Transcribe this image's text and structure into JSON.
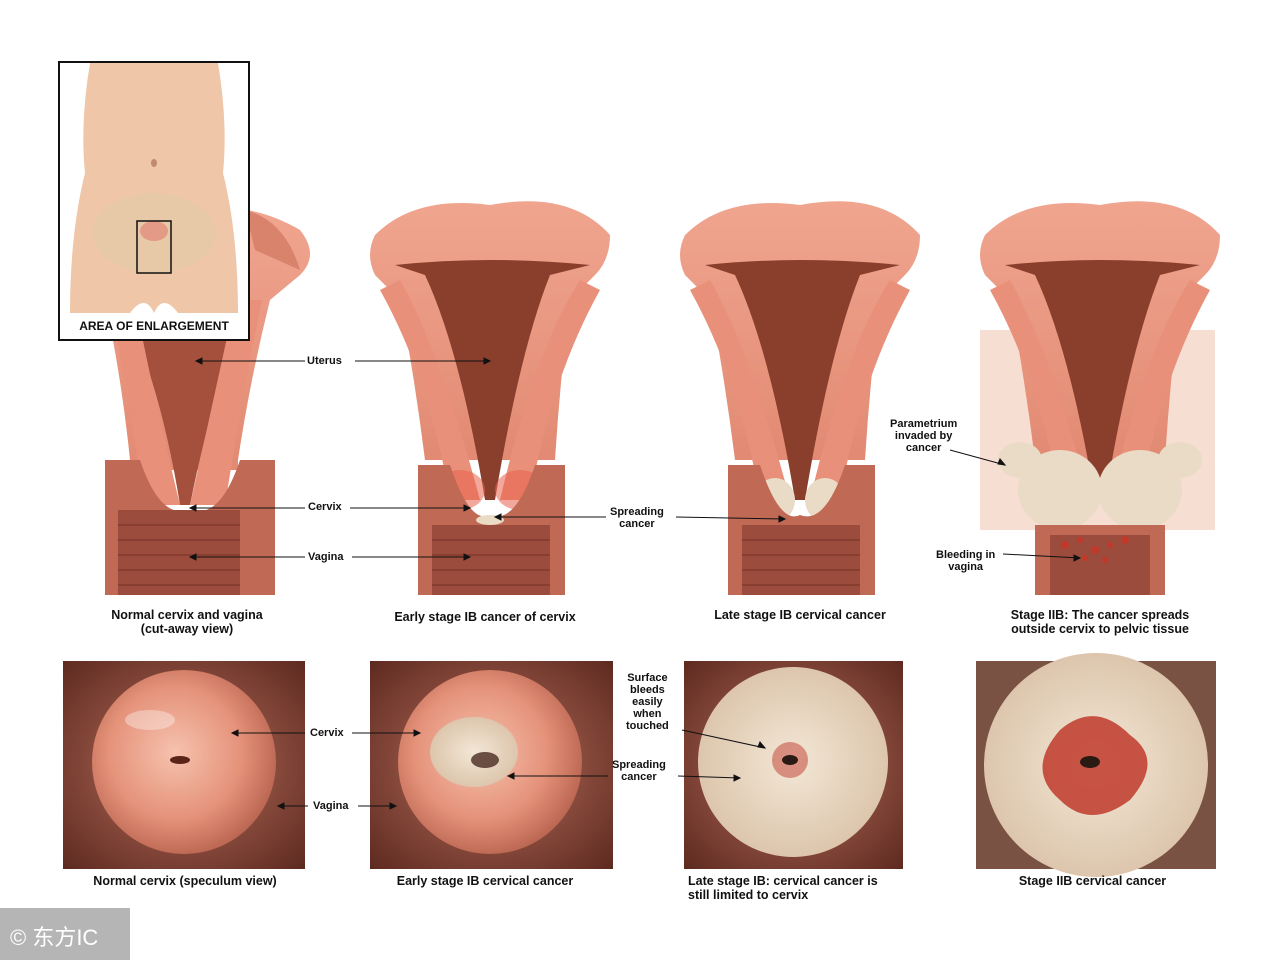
{
  "inset": {
    "caption": "AREA OF ENLARGEMENT"
  },
  "labels": {
    "uterus": "Uterus",
    "cervix_top": "Cervix",
    "vagina_top": "Vagina",
    "spreading_top": "Spreading\ncancer",
    "parametrium": "Parametrium\ninvaded by\ncancer",
    "bleeding": "Bleeding in\nvagina",
    "cervix_bottom": "Cervix",
    "vagina_bottom": "Vagina",
    "surface_bleeds": "Surface\nbleeds\neasily\nwhen\ntouched",
    "spreading_bottom": "Spreading\ncancer"
  },
  "captions_top": [
    "Normal cervix and vagina\n(cut-away view)",
    "Early stage IB cancer of cervix",
    "Late stage IB cervical cancer",
    "Stage IIB: The cancer spreads\noutside cervix to pelvic tissue"
  ],
  "captions_bottom": [
    "Normal cervix (speculum view)",
    "Early stage IB cervical cancer",
    "Late stage IB: cervical cancer is\nstill limited to cervix",
    "Stage IIB cervical cancer"
  ],
  "watermark": "© 东方IC",
  "colors": {
    "tissue": "#e8907a",
    "tissue_light": "#f2b8a4",
    "tissue_dark": "#a8473a",
    "cavity": "#8a3e2c",
    "vagina_wall": "#9b4c3c",
    "cancer": "#eadbc6",
    "blood": "#c0392b"
  }
}
